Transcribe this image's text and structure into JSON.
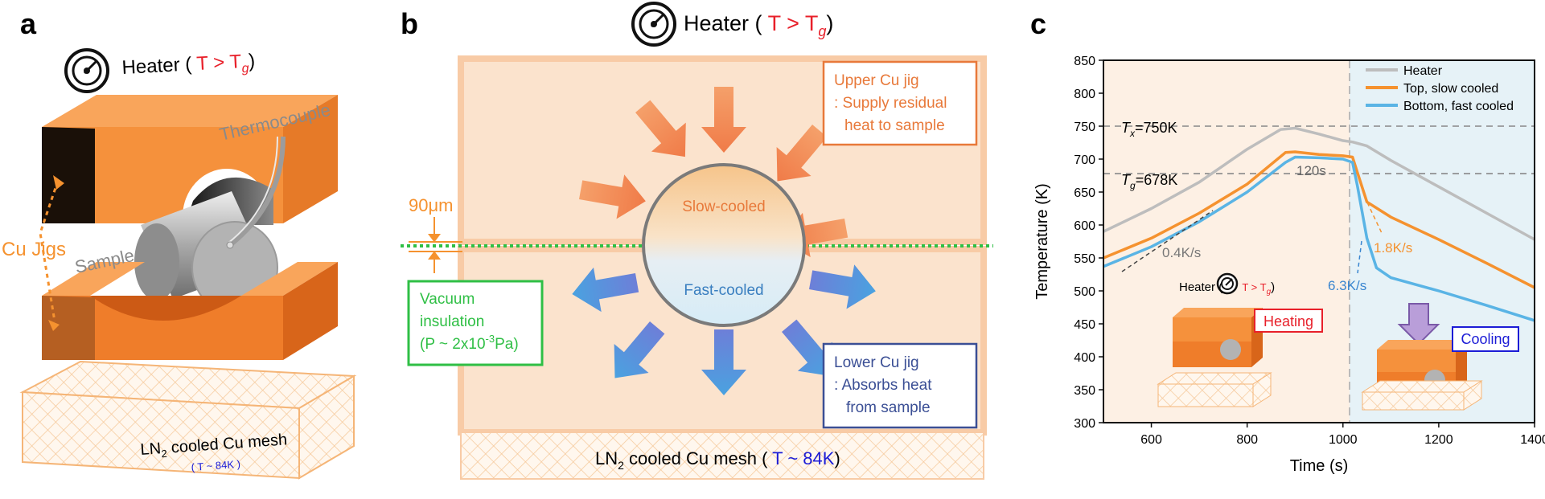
{
  "panel_a": {
    "label": "a",
    "heater_text": "Heater (",
    "heater_cond": "T > T",
    "heater_sub": "g",
    "heater_close": ")",
    "thermocouple": "Thermocouple",
    "cu_jigs": "Cu Jigs",
    "sample": "Sample",
    "mesh_label": "LN",
    "mesh_sub": "2",
    "mesh_rest": " cooled Cu mesh",
    "mesh_temp": "( T ~ 84K )"
  },
  "panel_b": {
    "label": "b",
    "heater_text": "Heater (",
    "heater_cond": "T > T",
    "heater_sub": "g",
    "heater_close": ")",
    "upper_jig_lines": [
      "Upper Cu jig",
      ": Supply residual",
      "heat to sample"
    ],
    "lower_jig_lines": [
      "Lower Cu jig",
      ": Absorbs heat",
      "from sample"
    ],
    "slow_cooled": "Slow-cooled",
    "fast_cooled": "Fast-cooled",
    "gap": "90μm",
    "vacuum_lines": [
      "Vacuum",
      "insulation",
      "(P ~ 2x10",
      "-3",
      "Pa)"
    ],
    "mesh_label": "LN",
    "mesh_sub": "2",
    "mesh_rest": " cooled Cu mesh (",
    "mesh_temp": "T ~ 84K",
    "mesh_close": ")"
  },
  "panel_c": {
    "label": "c",
    "heater_inset": "Heater (",
    "heater_inset_cond": "T > T",
    "heater_inset_sub": "g",
    "heater_inset_close": ")",
    "heating": "Heating",
    "cooling": "Cooling",
    "tx_label": "T",
    "tx_sub": "x",
    "tx_val": "=750K",
    "tg_label": "T",
    "tg_sub": "g",
    "tg_val": "=678K",
    "t120": "120s",
    "rate_04": "0.4K/s",
    "rate_18": "1.8K/s",
    "rate_63": "6.3K/s"
  },
  "colors": {
    "heater": "#bdbdbd",
    "top": "#f5922f",
    "bottom": "#5ab4e5",
    "red": "#e8202a",
    "blue": "#1c1cd6",
    "green": "#2fbf45",
    "orange_text": "#e8793a",
    "navy": "#3b4f95"
  },
  "chart_data": {
    "type": "line",
    "xlabel": "Time (s)",
    "ylabel": "Temperature (K)",
    "xlim": [
      500,
      1400
    ],
    "ylim": [
      300,
      850
    ],
    "xticks": [
      600,
      800,
      1000,
      1200,
      1400
    ],
    "yticks": [
      300,
      350,
      400,
      450,
      500,
      550,
      600,
      650,
      700,
      750,
      800,
      850
    ],
    "legend_position": "top-right",
    "reference_lines": [
      750,
      678
    ],
    "phase_boundary_x": 1020,
    "series": [
      {
        "name": "Heater",
        "color": "#bdbdbd",
        "x": [
          500,
          600,
          700,
          800,
          870,
          900,
          950,
          1000,
          1020,
          1050,
          1100,
          1200,
          1300,
          1400
        ],
        "y": [
          590,
          625,
          665,
          715,
          745,
          747,
          738,
          728,
          726,
          720,
          698,
          658,
          618,
          578
        ]
      },
      {
        "name": "Top, slow cooled",
        "color": "#f5922f",
        "x": [
          500,
          600,
          700,
          800,
          880,
          900,
          950,
          1000,
          1020,
          1030,
          1050,
          1100,
          1200,
          1300,
          1400
        ],
        "y": [
          550,
          580,
          618,
          662,
          710,
          711,
          707,
          705,
          703,
          680,
          635,
          612,
          578,
          542,
          505
        ]
      },
      {
        "name": "Bottom, fast cooled",
        "color": "#5ab4e5",
        "x": [
          500,
          600,
          700,
          800,
          880,
          900,
          950,
          1000,
          1020,
          1030,
          1050,
          1070,
          1100,
          1200,
          1300,
          1400
        ],
        "y": [
          537,
          567,
          605,
          650,
          695,
          703,
          702,
          700,
          695,
          660,
          580,
          535,
          520,
          500,
          478,
          455
        ]
      }
    ]
  }
}
